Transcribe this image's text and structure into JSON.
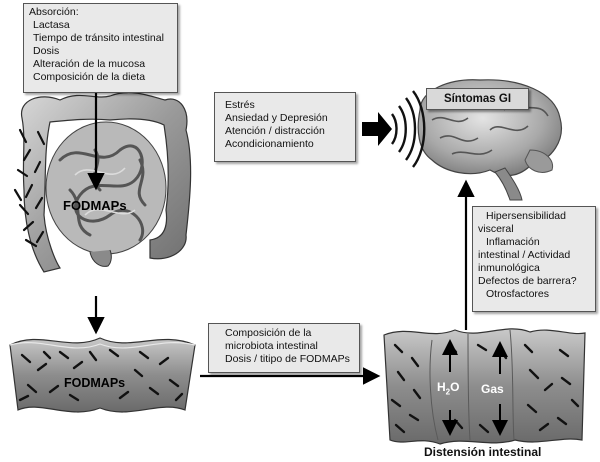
{
  "absorption_box": {
    "title": "Absorción:",
    "items": [
      "Lactasa",
      "Tiempo de tránsito intestinal",
      "Dosis",
      "Alteración de la mucosa",
      "Composición de la dieta"
    ]
  },
  "psych_box": {
    "items": [
      "Estrés",
      "Ansiedad y Depresión",
      "Atención / distracción",
      "Acondicionamiento"
    ]
  },
  "symptoms_box": {
    "label": "Síntomas GI"
  },
  "mechanisms_box": {
    "items": [
      "Hipersensibilidad",
      "visceral",
      "Inflamación",
      "intestinal / Actividad",
      "inmunológica",
      "Defectos de barrera?",
      "Otrosfactores"
    ]
  },
  "microbiota_box": {
    "items": [
      "Composición de la",
      "microbiota intestinal",
      "Dosis / titipo de FODMAPs"
    ]
  },
  "labels": {
    "fodmaps_colon": "FODMAPs",
    "fodmaps_segment": "FODMAPs",
    "h2o_main": "H",
    "h2o_sub": "2",
    "h2o_tail": "O",
    "gas": "Gas",
    "distension": "Distensión intestinal"
  },
  "colors": {
    "box_fill": "#e9e9e9",
    "organ_fill": "#8c8c8c",
    "organ_light": "#c8c8c8",
    "bacteria": "#1a1a1a",
    "arrow": "#000000"
  }
}
